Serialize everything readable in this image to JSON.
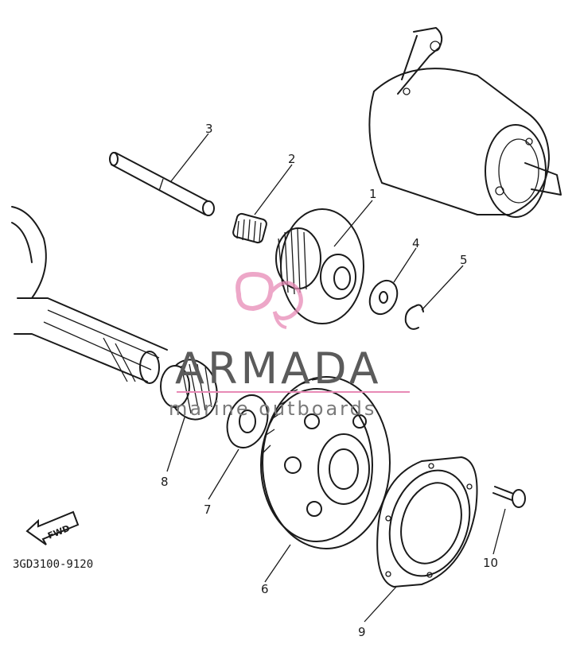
{
  "diagram": {
    "part_code": "3GD3100-9120",
    "fwd_label": "FWD",
    "callouts": [
      "1",
      "2",
      "3",
      "4",
      "5",
      "6",
      "7",
      "8",
      "9",
      "10"
    ]
  },
  "watermark": {
    "brand": "ARMADA",
    "tagline": "marine outboards",
    "accent_color": "#e88ab6"
  },
  "colors": {
    "line": "#1a1a1a",
    "background": "#ffffff"
  }
}
